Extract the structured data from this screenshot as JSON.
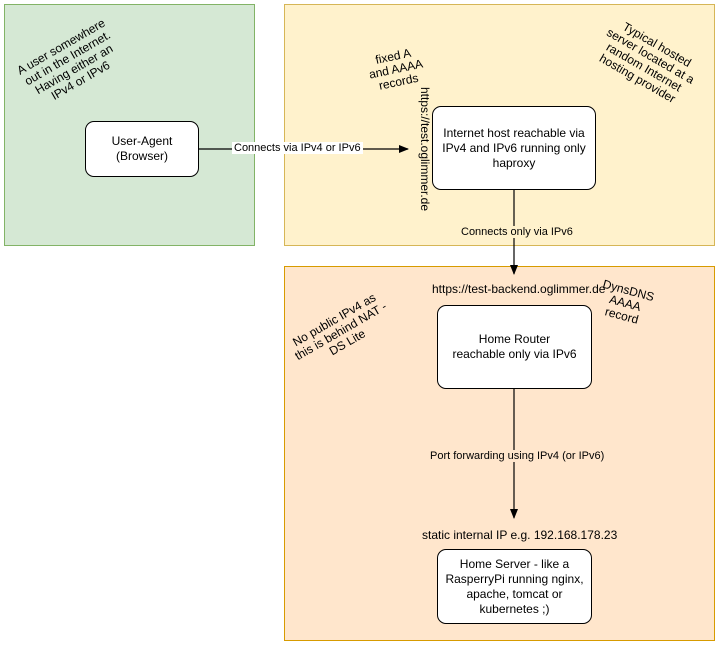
{
  "zones": {
    "internet_note": "A user somewhere\nout in the Internet.\nHaving either an\nIPv4 or IPv6",
    "hosting_note": "Typical hosted\nserver located at a\nrandom Internet\nhosting provider",
    "home_note": "No public IPv4 as\nthis is behind NAT -\nDS Lite"
  },
  "nodes": {
    "user_agent": "User-Agent\n(Browser)",
    "internet_host": "Internet host reachable via\nIPv4 and IPv6 running only\nhaproxy",
    "home_router": "Home Router\nreachable only via IPv6",
    "home_server": "Home Server - like a\nRasperryPi running nginx,\napache, tomcat or\nkubernetes ;)"
  },
  "labels": {
    "fixed_records": "fixed A\nand AAAA\nrecords",
    "test_url": "https://test.oglimmer.de",
    "backend_url": "https://test-backend.oglimmer.de",
    "dyndns": "DynsDNS\nAAAA\nrecord",
    "static_ip": "static internal IP e.g. 192.168.178.23"
  },
  "edges": {
    "connects_ipv4_ipv6": "Connects via IPv4 or IPv6",
    "connects_only_ipv6": "Connects only via IPv6",
    "port_forwarding": "Port forwarding using IPv4 (or IPv6)"
  }
}
